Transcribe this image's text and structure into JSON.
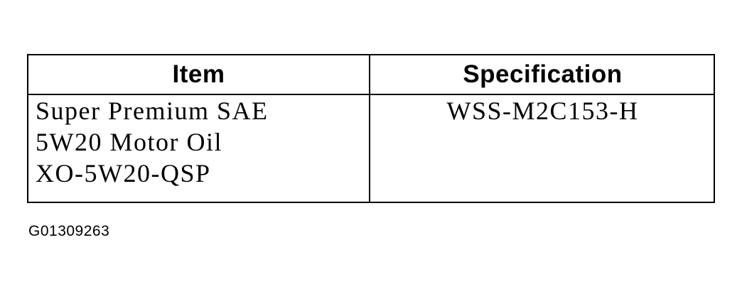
{
  "table": {
    "headers": {
      "item": "Item",
      "specification": "Specification"
    },
    "rows": [
      {
        "item_lines": [
          "Super Premium SAE",
          "5W20 Motor Oil",
          "XO-5W20-QSP"
        ],
        "specification": "WSS-M2C153-H"
      }
    ]
  },
  "figure_id": "G01309263"
}
